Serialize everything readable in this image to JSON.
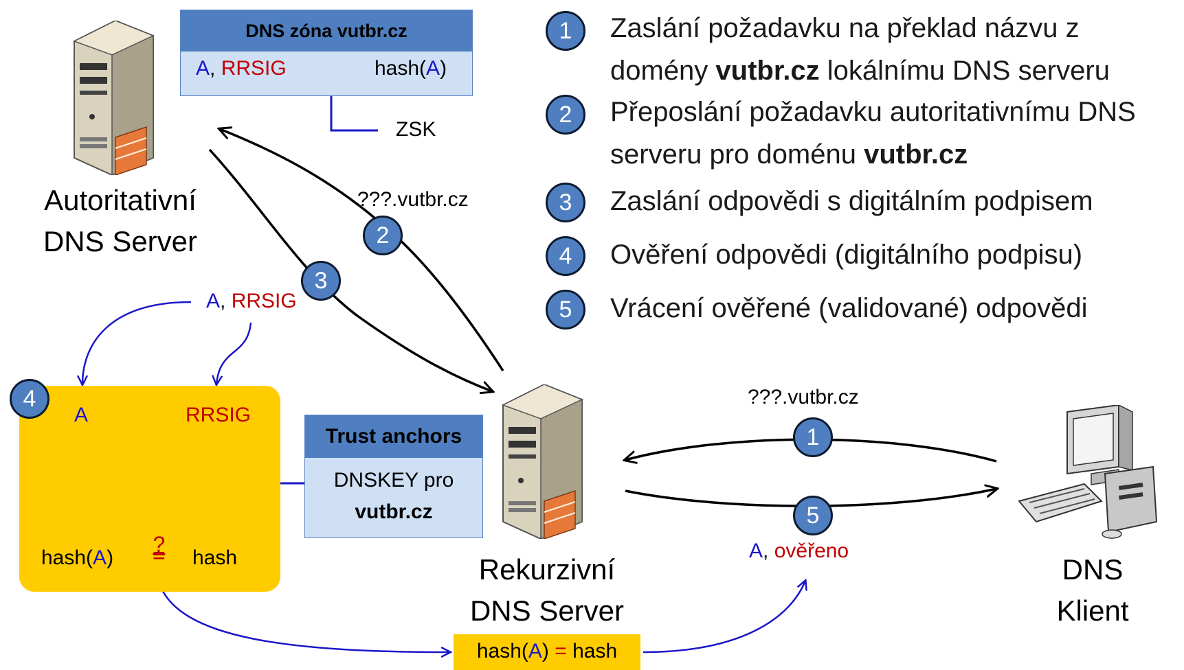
{
  "zone": {
    "title": "DNS zóna vutbr.cz",
    "a": "A",
    "comma": ",",
    "rrsig": "RRSIG",
    "hash_prefix": "hash(",
    "hash_a": "A",
    "hash_suffix": ")",
    "zsk": "ZSK"
  },
  "legend": [
    {
      "num": "1",
      "line1": "Zaslání požadavku na překlad názvu z",
      "line2_pre": "domény ",
      "line2_bold": "vutbr.cz",
      "line2_post": " lokálnímu DNS serveru"
    },
    {
      "num": "2",
      "line1": "Přeposlání požadavku autoritativnímu DNS",
      "line2_pre": "serveru pro doménu ",
      "line2_bold": "vutbr.cz",
      "line2_post": ""
    },
    {
      "num": "3",
      "line1": "Zaslání odpovědi s digitálním podpisem"
    },
    {
      "num": "4",
      "line1": "Ověření odpovědi (digitálního podpisu)"
    },
    {
      "num": "5",
      "line1": "Vrácení ověřené (validované) odpovědi"
    }
  ],
  "servers": {
    "auth_line1": "Autoritativní",
    "auth_line2": "DNS Server",
    "recursive_line1": "Rekurzivní",
    "recursive_line2": "DNS Server",
    "client_line1": "DNS",
    "client_line2": "Klient"
  },
  "queries": {
    "query_label_top": "???.vutbr.cz",
    "query_label_bottom": "???.vutbr.cz",
    "response_a": "A",
    "response_comma": ",",
    "response_rrsig": "RRSIG",
    "verified_a": "A",
    "verified_comma": ",",
    "verified_word": "ověřeno"
  },
  "steps": {
    "s1": "1",
    "s2": "2",
    "s3": "3",
    "s4": "4",
    "s5": "5"
  },
  "verify": {
    "a": "A",
    "rrsig": "RRSIG",
    "hash_prefix": "hash(",
    "hash_a": "A",
    "hash_suffix": ")",
    "compare": "?",
    "hash": "hash"
  },
  "trust": {
    "title": "Trust anchors",
    "line1": "DNSKEY pro",
    "line2": "vutbr.cz"
  },
  "result": {
    "prefix": "hash(",
    "a": "A",
    "suffix": ")",
    "eq": " = ",
    "hash": "hash"
  },
  "colors": {
    "blue_accent": "#4f7fc0",
    "yellow": "#ffcc00",
    "red": "#c00000",
    "blue_text": "#1a16c8"
  },
  "icons": [
    "server-icon",
    "server-icon",
    "desktop-computer-icon"
  ]
}
